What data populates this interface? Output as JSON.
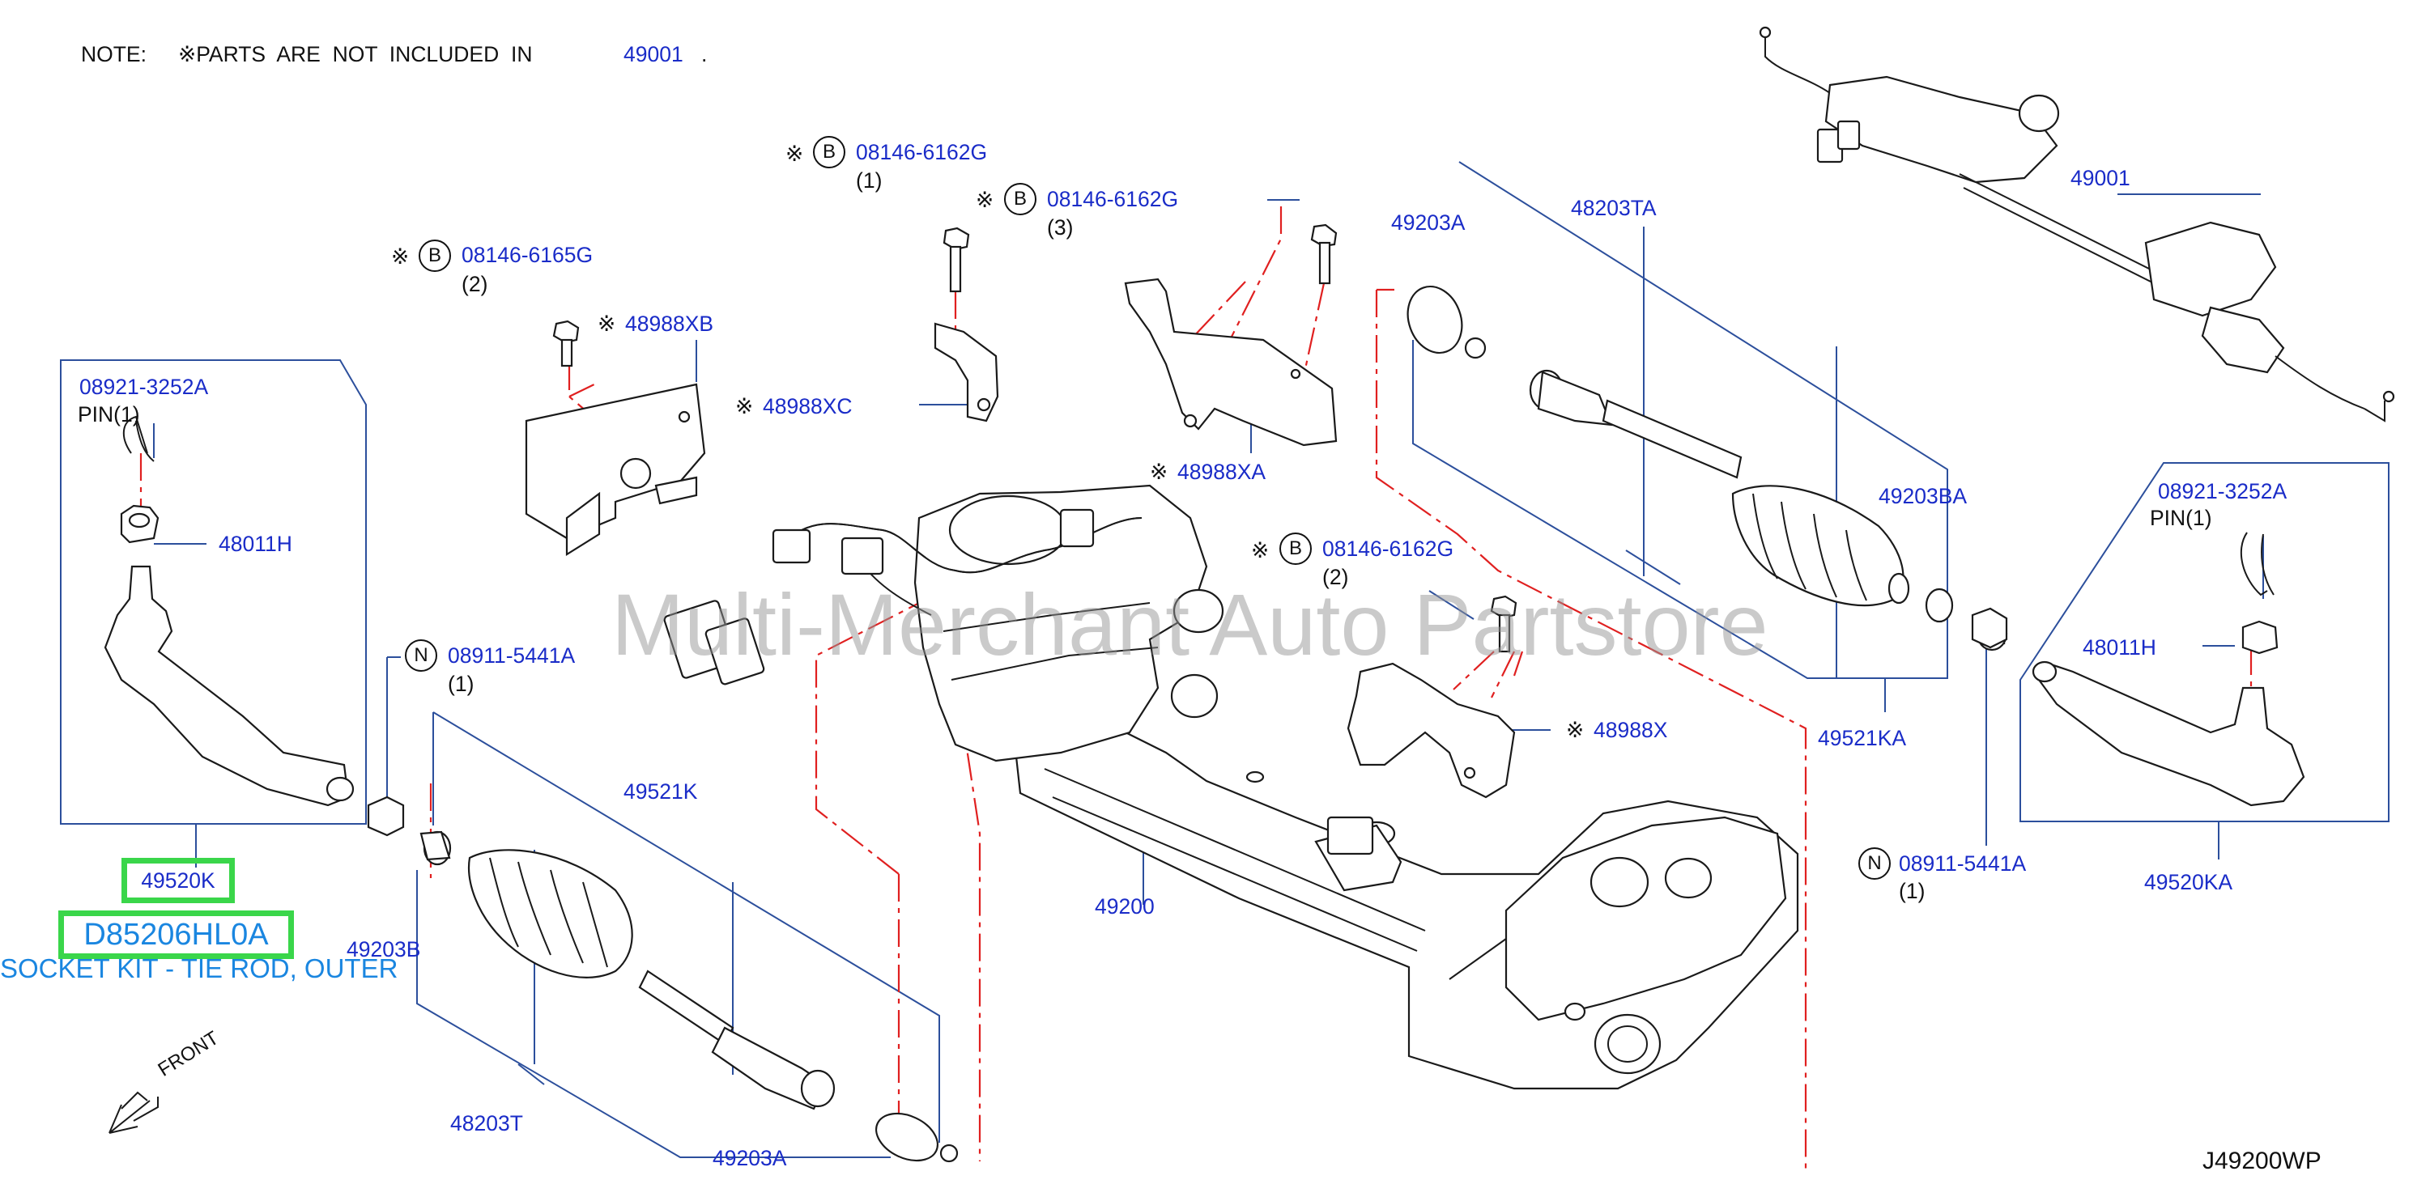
{
  "note": {
    "prefix": "NOTE:",
    "text": "※PARTS  ARE  NOT  INCLUDED  IN",
    "ref": "49001",
    "dot": "."
  },
  "watermark": "Multi-Merchant Auto Partstore",
  "figure_code": "J49200WP",
  "front_label": "FRONT",
  "mark": "※",
  "highlight": {
    "part": "49520K",
    "oem": "D85206HL0A",
    "description": "SOCKET KIT - TIE ROD, OUTER",
    "box_color": "#3ad64a",
    "text_color": "#1a86e0"
  },
  "colors": {
    "part_number": "#1a2cc8",
    "leader": "#2c4f9c",
    "phantom": "#e02020"
  },
  "parts": {
    "p49001": "49001",
    "p48203TA": "48203TA",
    "p49203A_top": "49203A",
    "p49203BA": "49203BA",
    "p49521KA": "49521KA",
    "p08921_r": "08921-3252A",
    "pin_r": "PIN(1)",
    "p48011H_r": "48011H",
    "p49520KA": "49520KA",
    "p08911_r": "08911-5441A",
    "q08911_r": "(1)",
    "b1_pn": "08146-6162G",
    "b1_q": "(1)",
    "b2_pn": "08146-6162G",
    "b2_q": "(3)",
    "b3_pn": "08146-6165G",
    "b3_q": "(2)",
    "b4_pn": "08146-6162G",
    "b4_q": "(2)",
    "p48988XB": "48988XB",
    "p48988XC": "48988XC",
    "p48988XA": "48988XA",
    "p48988X": "48988X",
    "p08921_l": "08921-3252A",
    "pin_l": "PIN(1)",
    "p48011H_l": "48011H",
    "p08911_l": "08911-5441A",
    "q08911_l": "(1)",
    "p49521K": "49521K",
    "p49203B": "49203B",
    "p49200": "49200",
    "p48203T": "48203T",
    "p49203A_bot": "49203A"
  },
  "circle_letters": {
    "b": "B",
    "n": "N"
  }
}
